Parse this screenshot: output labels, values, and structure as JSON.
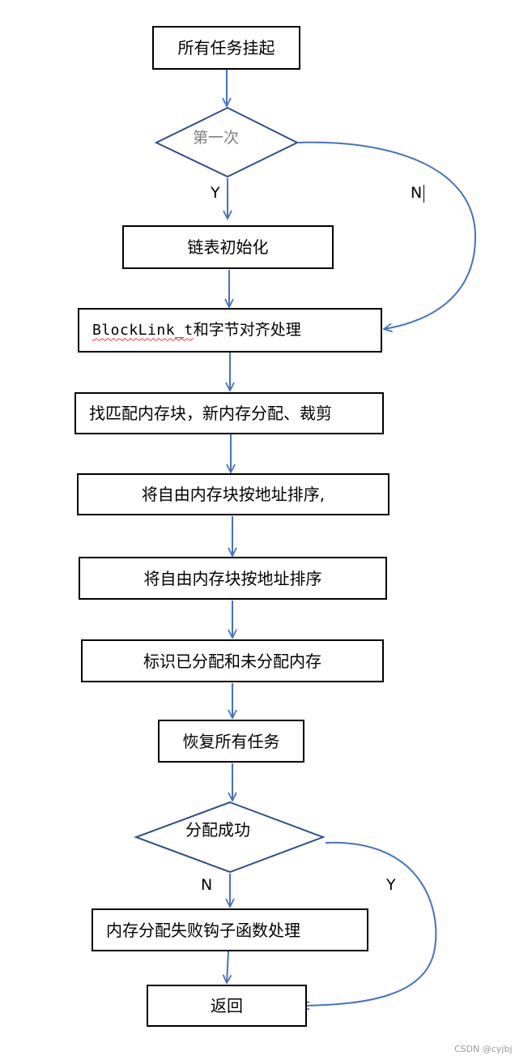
{
  "nodes": {
    "suspend": "所有任务挂起",
    "first_time": "第一次",
    "init_list": "链表初始化",
    "blocklink_code": "BlockLink_t",
    "blocklink_text": " 和字节对齐处理",
    "find_match": "找匹配内存块，新内存分配、裁剪",
    "sort_1": "将自由内存块按地址排序,",
    "sort_2": "将自由内存块按地址排序",
    "mark": "标识已分配和未分配内存",
    "resume": "恢复所有任务",
    "alloc_success": "分配成功",
    "fail_hook": "内存分配失败钩子函数处理",
    "return": "返回"
  },
  "edge_labels": {
    "first_yes": "Y",
    "first_no": "N",
    "success_no": "N",
    "success_yes": "Y"
  },
  "watermark": "CSDN @cyjbj",
  "colors": {
    "arrow": "#4472c4",
    "diamond": "#2f4f8f",
    "box_border": "#000000",
    "muted_text": "#7f7f7f",
    "spell_underline": "#e23b3b"
  }
}
